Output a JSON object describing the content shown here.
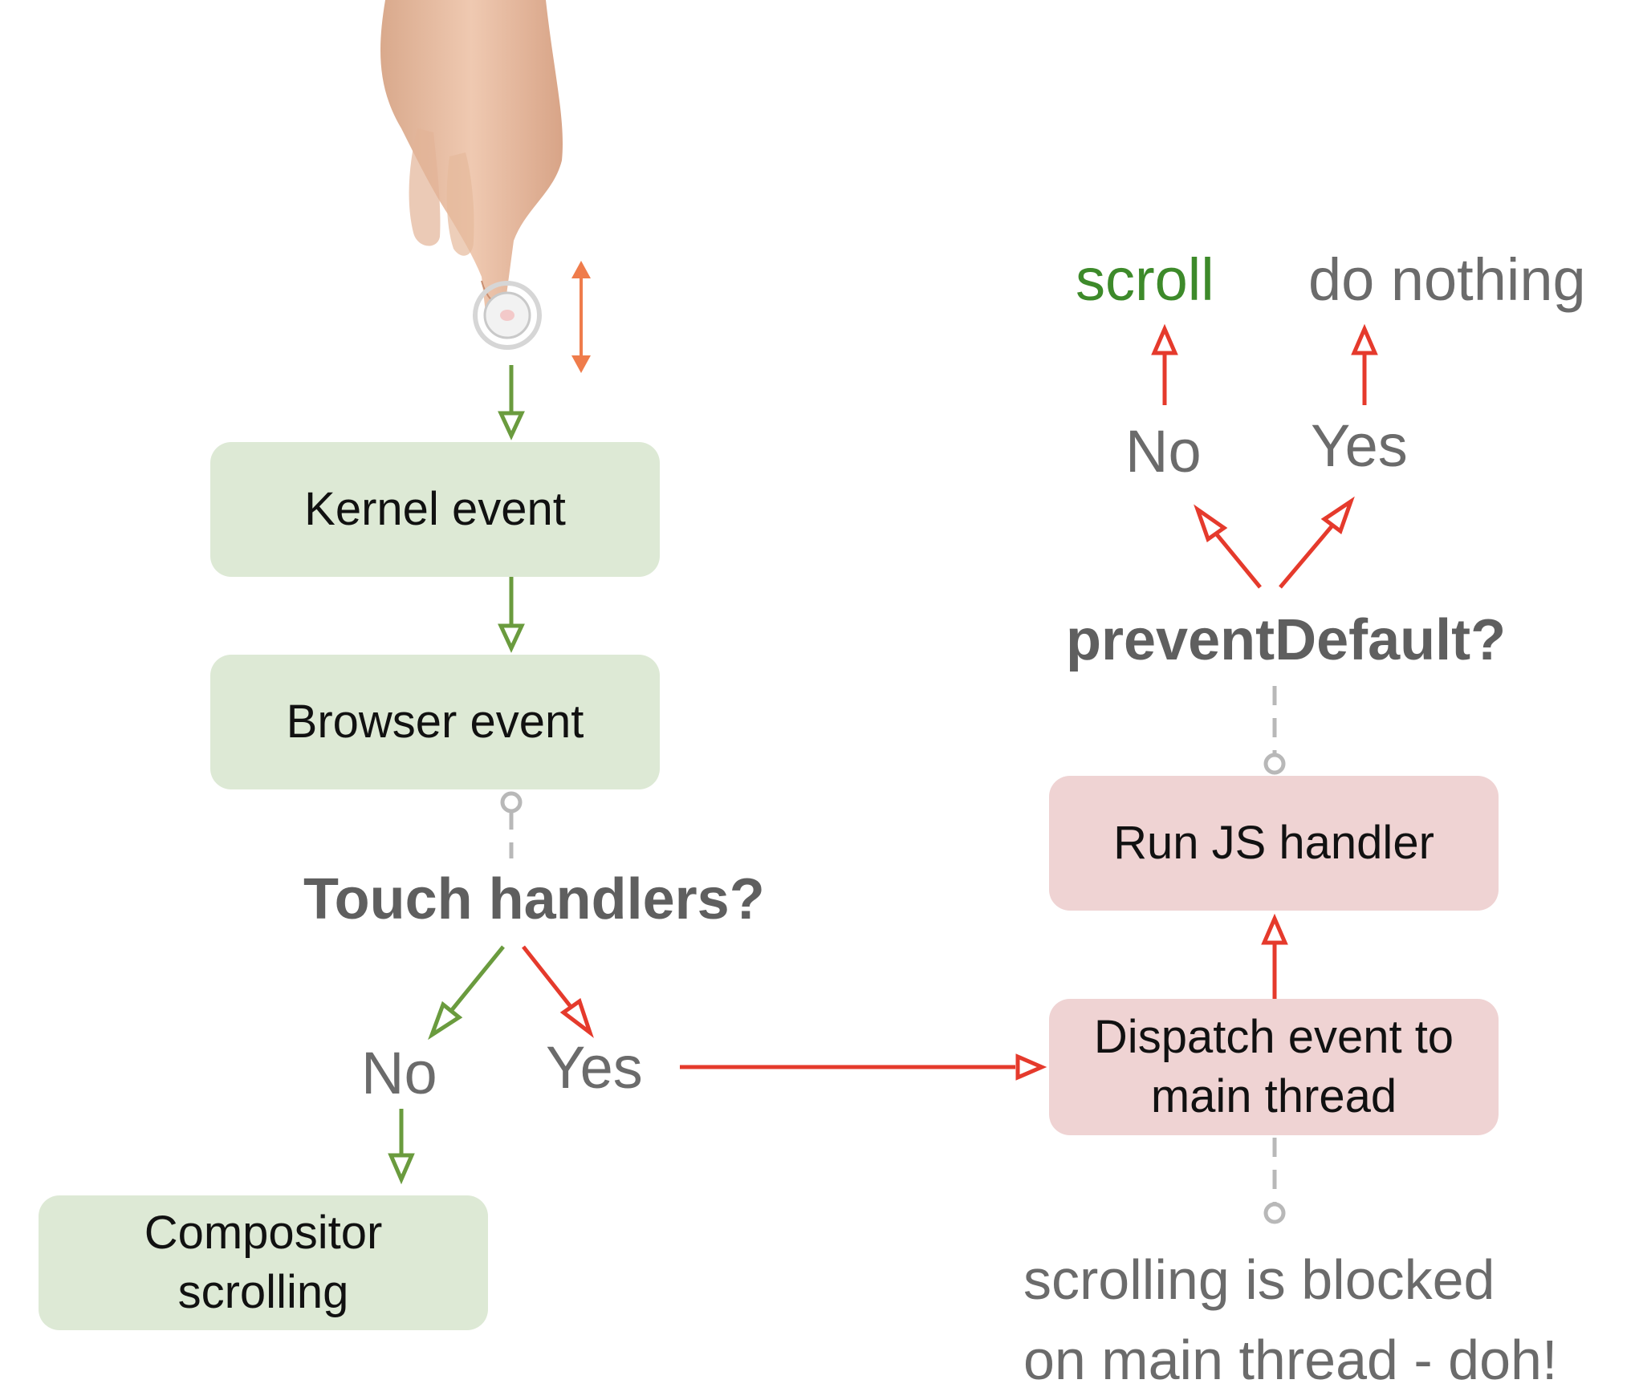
{
  "colors": {
    "green_box": "#dde9d5",
    "red_box": "#efd3d3",
    "green_arrow": "#6a9b3e",
    "red_arrow": "#e53a2c",
    "dashed_connector": "#b8b8b8",
    "label_gray": "#6b6b6b",
    "scroll_green": "#3d8a2a",
    "swipe_arrow": "#ef7c4b"
  },
  "hand": {
    "icon": "pointing-hand-icon"
  },
  "left": {
    "kernel_event": "Kernel event",
    "browser_event": "Browser event",
    "question": "Touch handlers?",
    "no": "No",
    "yes": "Yes",
    "compositor": [
      "Compositor",
      "scrolling"
    ]
  },
  "right": {
    "dispatch": [
      "Dispatch event to",
      "main thread"
    ],
    "run_js": "Run JS handler",
    "question": "preventDefault?",
    "no": "No",
    "yes": "Yes",
    "scroll": "scroll",
    "do_nothing": "do nothing",
    "blocked": [
      "scrolling is blocked",
      "on main thread - doh!"
    ]
  }
}
